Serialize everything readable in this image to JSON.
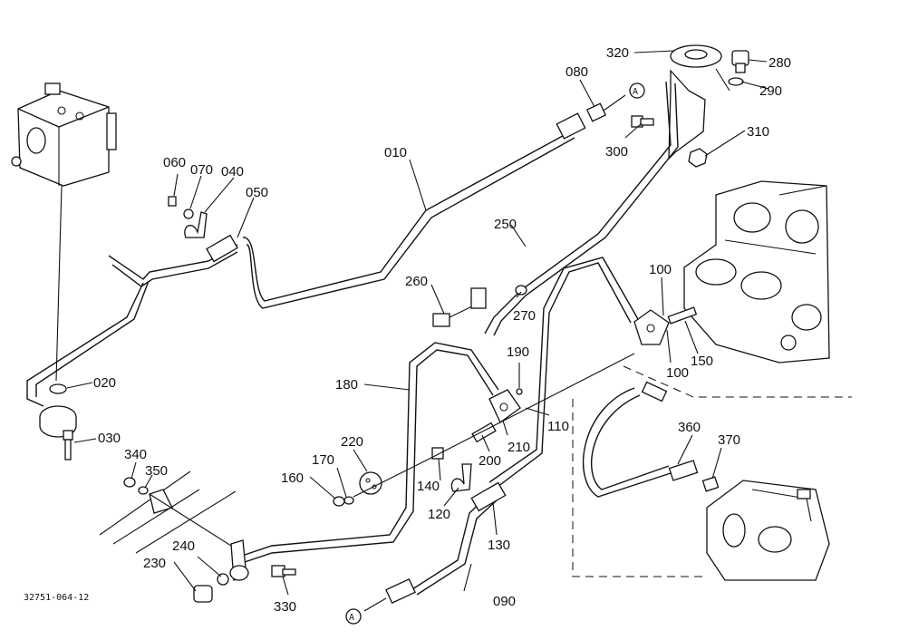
{
  "callouts": [
    {
      "id": "c010",
      "label": "010"
    },
    {
      "id": "c020",
      "label": "020"
    },
    {
      "id": "c030",
      "label": "030"
    },
    {
      "id": "c040",
      "label": "040"
    },
    {
      "id": "c050",
      "label": "050"
    },
    {
      "id": "c060",
      "label": "060"
    },
    {
      "id": "c070",
      "label": "070"
    },
    {
      "id": "c080",
      "label": "080"
    },
    {
      "id": "c090",
      "label": "090"
    },
    {
      "id": "c100a",
      "label": "100"
    },
    {
      "id": "c100b",
      "label": "100"
    },
    {
      "id": "c110",
      "label": "110"
    },
    {
      "id": "c120",
      "label": "120"
    },
    {
      "id": "c130",
      "label": "130"
    },
    {
      "id": "c140",
      "label": "140"
    },
    {
      "id": "c150",
      "label": "150"
    },
    {
      "id": "c160",
      "label": "160"
    },
    {
      "id": "c170",
      "label": "170"
    },
    {
      "id": "c180",
      "label": "180"
    },
    {
      "id": "c190",
      "label": "190"
    },
    {
      "id": "c200",
      "label": "200"
    },
    {
      "id": "c210",
      "label": "210"
    },
    {
      "id": "c220",
      "label": "220"
    },
    {
      "id": "c230",
      "label": "230"
    },
    {
      "id": "c240",
      "label": "240"
    },
    {
      "id": "c250",
      "label": "250"
    },
    {
      "id": "c260",
      "label": "260"
    },
    {
      "id": "c270",
      "label": "270"
    },
    {
      "id": "c280",
      "label": "280"
    },
    {
      "id": "c290",
      "label": "290"
    },
    {
      "id": "c300",
      "label": "300"
    },
    {
      "id": "c310",
      "label": "310"
    },
    {
      "id": "c320",
      "label": "320"
    },
    {
      "id": "c330",
      "label": "330"
    },
    {
      "id": "c340",
      "label": "340"
    },
    {
      "id": "c350",
      "label": "350"
    },
    {
      "id": "c360",
      "label": "360"
    },
    {
      "id": "c370",
      "label": "370"
    }
  ],
  "reference_marker": "A",
  "figure_number": "32751-064-12"
}
